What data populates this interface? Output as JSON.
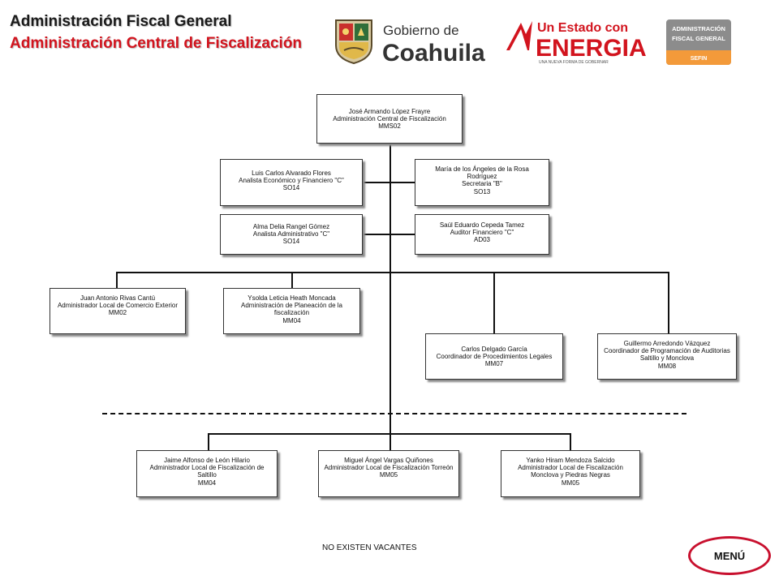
{
  "header": {
    "title": "Administración Fiscal General",
    "subtitle": "Administración Central de Fiscalización"
  },
  "logos": {
    "coahuila_line1": "Gobierno de",
    "coahuila_line2": "Coahuila",
    "energia_line1": "Un Estado con",
    "energia_line2": "ENERGIA",
    "energia_tagline": "UNA NUEVA FORMA DE GOBERNAR",
    "afg_line1": "ADMINISTRACIÓN",
    "afg_line2": "FISCAL GENERAL",
    "afg_line3": "SEFIN"
  },
  "org": {
    "root": {
      "name": "José Armando López Frayre",
      "role": "Administración Central de Fiscalización",
      "code": "MMS02"
    },
    "staff_left_1": {
      "name": "Luis Carlos Alvarado Flores",
      "role": "Analista Económico y Financiero \"C\"",
      "code": "SO14"
    },
    "staff_right_1": {
      "name": "María de los Ángeles de la Rosa Rodríguez",
      "role": "Secretaria \"B\"",
      "code": "SO13"
    },
    "staff_left_2": {
      "name": "Alma Delia Rangel Gómez",
      "role": "Analista Administrativo \"C\"",
      "code": "SO14"
    },
    "staff_right_2": {
      "name": "Saúl Eduardo Cepeda Tamez",
      "role": "Auditor Financiero \"C\"",
      "code": "AD03"
    },
    "sub_1": {
      "name": "Juan Antonio Rivas Cantú",
      "role": "Administrador Local de Comercio Exterior",
      "code": "MM02"
    },
    "sub_2": {
      "name": "Ysolda Leticia Heath Moncada",
      "role": "Administración de Planeación de la fiscalización",
      "code": "MM04"
    },
    "sub_3": {
      "name": "Carlos Delgado García",
      "role": "Coordinador de Procedimientos Legales",
      "code": "MM07"
    },
    "sub_4": {
      "name": "Guillermo Arredondo Vázquez",
      "role": "Coordinador de Programación de Auditorias Saltillo y Monclova",
      "code": "MM08"
    },
    "local_1": {
      "name": "Jaime Alfonso de León Hilario",
      "role": "Administrador Local de Fiscalización de Saltillo",
      "code": "MM04"
    },
    "local_2": {
      "name": "Miguel Ángel Vargas Quiñones",
      "role": "Administrador Local de Fiscalización Torreón",
      "code": "MM05"
    },
    "local_3": {
      "name": "Yanko Hiram Mendoza Salcido",
      "role": "Administrador Local de Fiscalización Monclova y Piedras Negras",
      "code": "MM05"
    }
  },
  "footer": {
    "vacancies": "NO EXISTEN VACANTES",
    "menu_label": "MENÚ"
  },
  "colors": {
    "title_red": "#d2141e",
    "energia_red": "#d2141e",
    "afg_gray": "#8c8c8c",
    "afg_orange": "#f39a3a",
    "menu_border": "#c8102e"
  }
}
